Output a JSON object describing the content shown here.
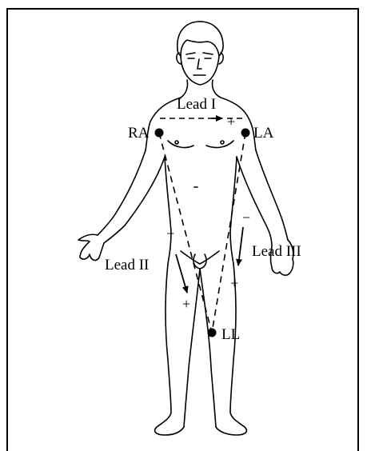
{
  "diagram": {
    "electrodes": {
      "right_arm": "RA",
      "left_arm": "LA",
      "left_leg": "LL"
    },
    "leads": {
      "lead_1": "Lead I",
      "lead_2": "Lead II",
      "lead_3": "Lead III"
    },
    "polarity": {
      "lead_1_positive": "+",
      "lead_2_negative": "−",
      "lead_2_positive": "+",
      "lead_3_negative": "−",
      "lead_3_positive": "+"
    }
  }
}
